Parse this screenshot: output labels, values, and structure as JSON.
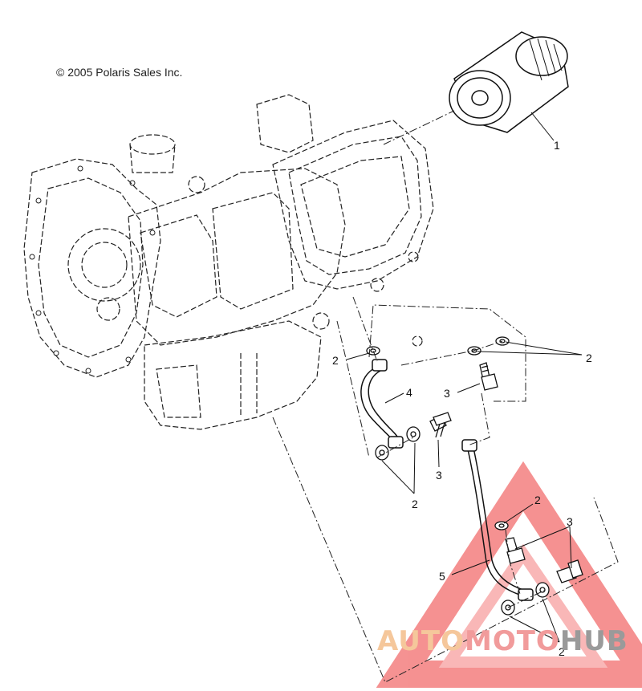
{
  "diagram": {
    "copyright": "© 2005 Polaris Sales Inc.",
    "callouts": {
      "c1": "1",
      "c2a": "2",
      "c2b": "2",
      "c2c": "2",
      "c2d": "2",
      "c2e": "2",
      "c3a": "3",
      "c3b": "3",
      "c3c": "3",
      "c4": "4",
      "c5": "5"
    }
  },
  "watermark": {
    "part1": "AUTO",
    "part2": "MOTO",
    "part3": "HUB",
    "colors": {
      "auto": "#f5c79b",
      "moto": "#f19b9b",
      "hub": "#9a9a9a",
      "triangle": "#f26d6d"
    }
  }
}
